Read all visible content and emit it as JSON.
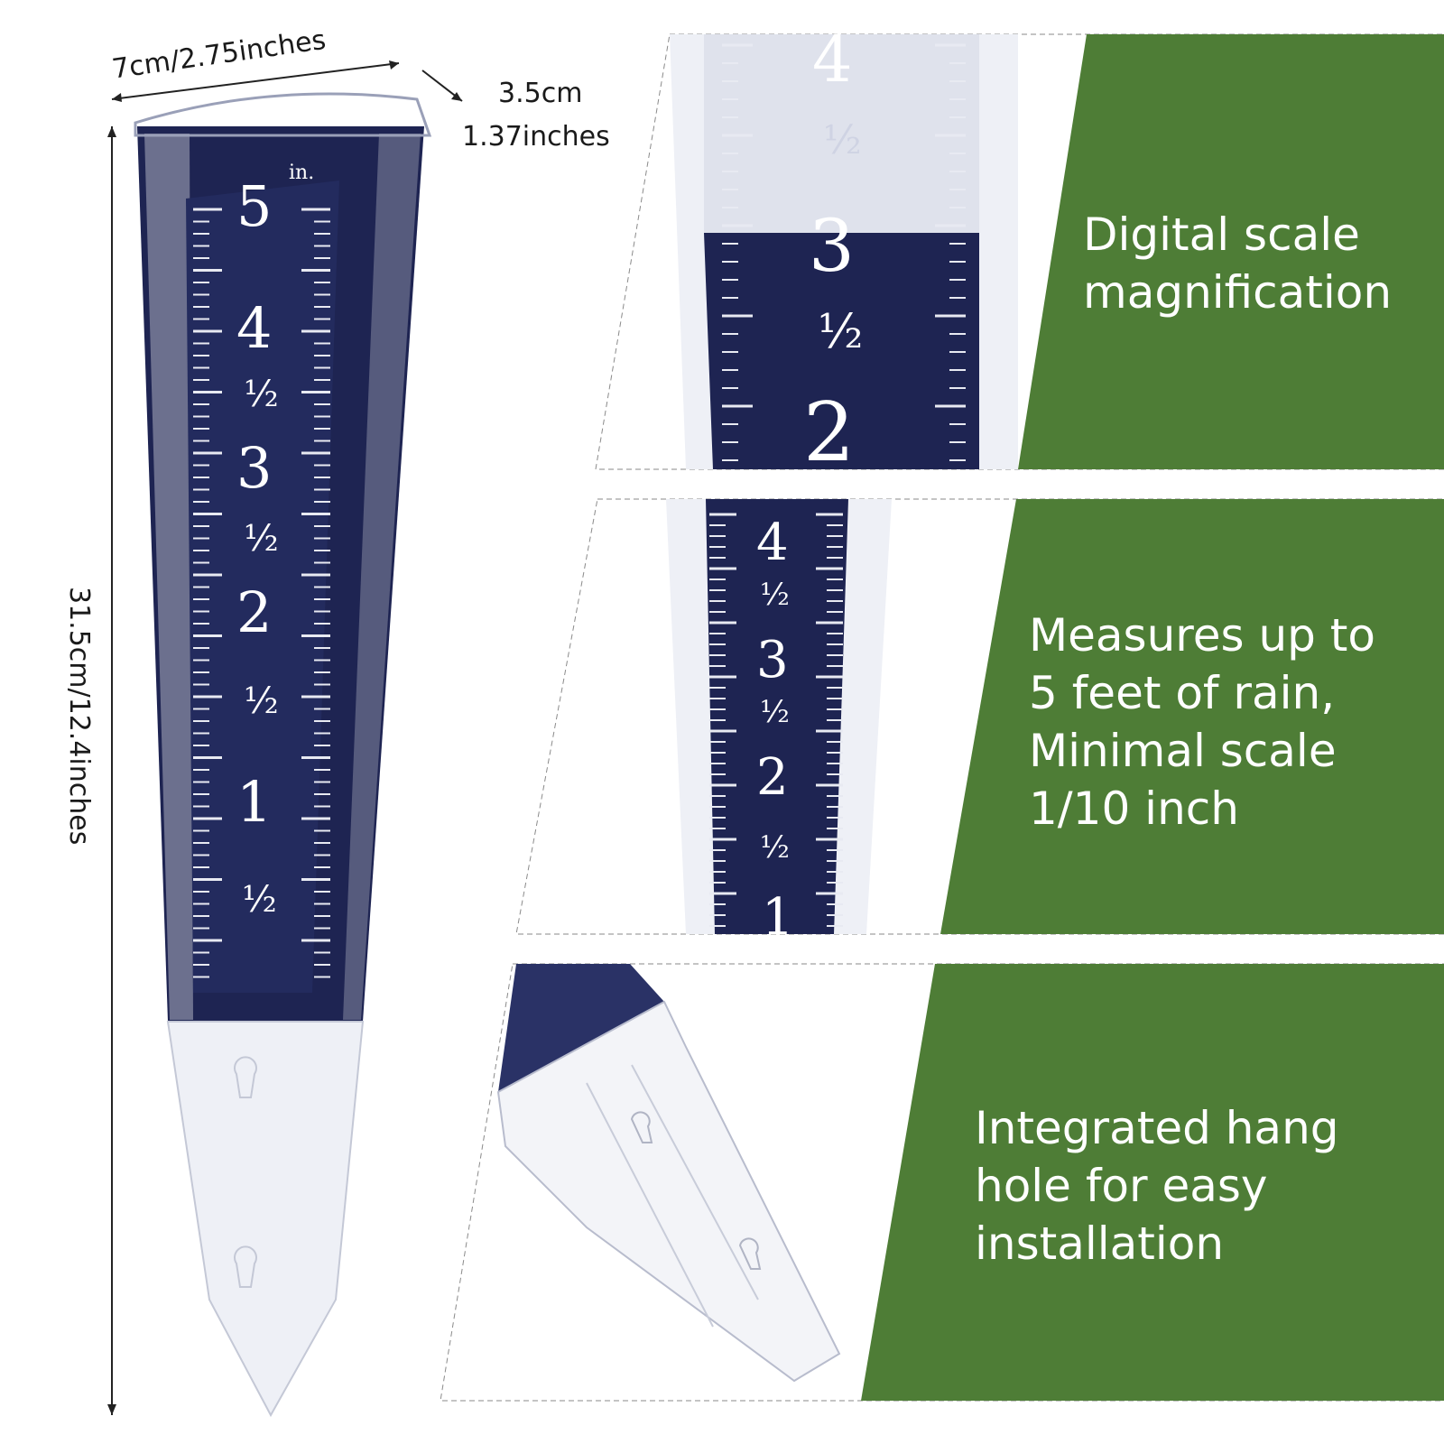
{
  "dimensions": {
    "width_label": "7cm/2.75inches",
    "depth_label_cm": "3.5cm",
    "depth_label_in": "1.37inches",
    "height_label": "31.5cm/12.4inches"
  },
  "gauge_scale": {
    "unit": "in.",
    "numbers": [
      "5",
      "4",
      "3",
      "2",
      "1"
    ],
    "half": "½"
  },
  "features": [
    {
      "lines": [
        "Digital scale",
        "magnification"
      ]
    },
    {
      "lines": [
        "Measures up to",
        "5 feet of rain,",
        "Minimal scale",
        "1/10 inch"
      ]
    },
    {
      "lines": [
        "Integrated hang",
        "hole for easy",
        "installation"
      ]
    }
  ],
  "colors": {
    "green": "#4e7d36",
    "navy": "#1e2452",
    "tick": "#e8eaf2"
  }
}
